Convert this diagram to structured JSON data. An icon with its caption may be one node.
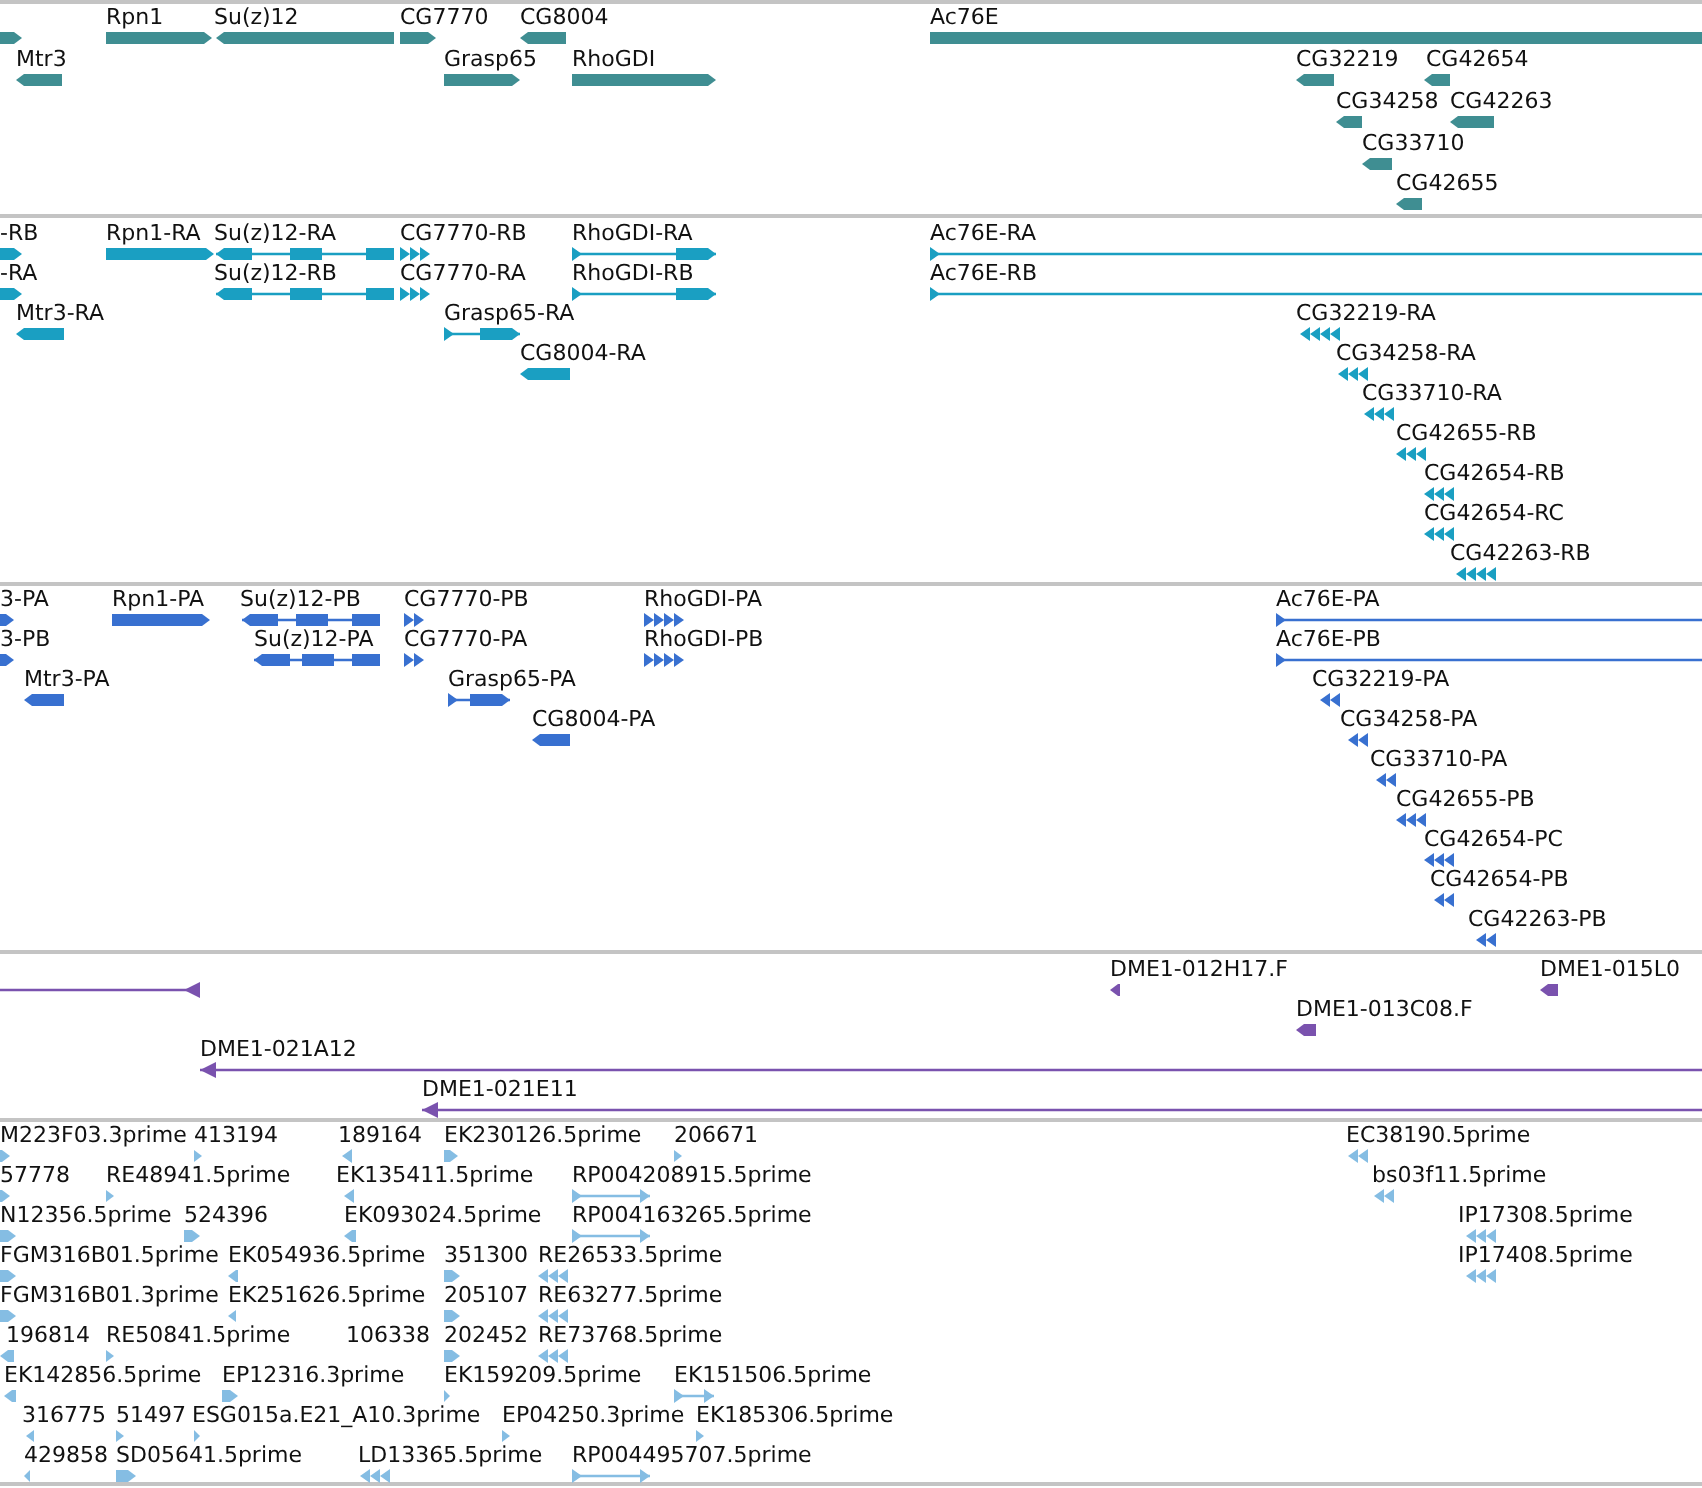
{
  "diagram": {
    "labels": [
      "Rpn1",
      "Su(z)12",
      "CG7770",
      "CG8004",
      "Ac76E",
      "Mtr3",
      "Grasp65",
      "RhoGDI",
      "CG32219",
      "CG42654",
      "CG34258",
      "CG42263",
      "CG33710",
      "CG42655",
      "-RB",
      "Rpn1-RA",
      "Su(z)12-RA",
      "CG7770-RB",
      "RhoGDI-RA",
      "Ac76E-RA",
      "-RA",
      "Su(z)12-RB",
      "CG7770-RA",
      "RhoGDI-RB",
      "Ac76E-RB",
      "Mtr3-RA",
      "Grasp65-RA",
      "CG32219-RA",
      "CG8004-RA",
      "CG34258-RA",
      "CG33710-RA",
      "CG42655-RB",
      "CG42654-RB",
      "CG42654-RC",
      "CG42263-RB",
      "3-PA",
      "Rpn1-PA",
      "Su(z)12-PB",
      "CG7770-PB",
      "RhoGDI-PA",
      "Ac76E-PA",
      "3-PB",
      "Su(z)12-PA",
      "CG7770-PA",
      "RhoGDI-PB",
      "Ac76E-PB",
      "Mtr3-PA",
      "Grasp65-PA",
      "CG32219-PA",
      "CG8004-PA",
      "CG34258-PA",
      "CG33710-PA",
      "CG42655-PB",
      "CG42654-PC",
      "CG42654-PB",
      "CG42263-PB",
      "DME1-012H17.F",
      "DME1-015L0",
      "DME1-013C08.F",
      "DME1-021A12",
      "DME1-021E11",
      "M223F03.3prime",
      "413194",
      "189164",
      "EK230126.5prime",
      "206671",
      "EC38190.5prime",
      "57778",
      "RE48941.5prime",
      "EK135411.5prime",
      "RP004208915.5prime",
      "bs03f11.5prime",
      "N12356.5prime",
      "524396",
      "EK093024.5prime",
      "RP004163265.5prime",
      "IP17308.5prime",
      "FGM316B01.5prime",
      "EK054936.5prime",
      "351300",
      "RE26533.5prime",
      "IP17408.5prime",
      "FGM316B01.3prime",
      "EK251626.5prime",
      "205107",
      "RE63277.5prime",
      "196814",
      "RE50841.5prime",
      "106338",
      "202452",
      "RE73768.5prime",
      "EK142856.5prime",
      "EP12316.3prime",
      "EK159209.5prime",
      "EK151506.5prime",
      "316775",
      "51497",
      "ESG015a.E21_A10.3prime",
      "EP04250.3prime",
      "EK185306.5prime",
      "429858",
      "SD05641.5prime",
      "LD13365.5prime",
      "RP004495707.5prime"
    ]
  }
}
